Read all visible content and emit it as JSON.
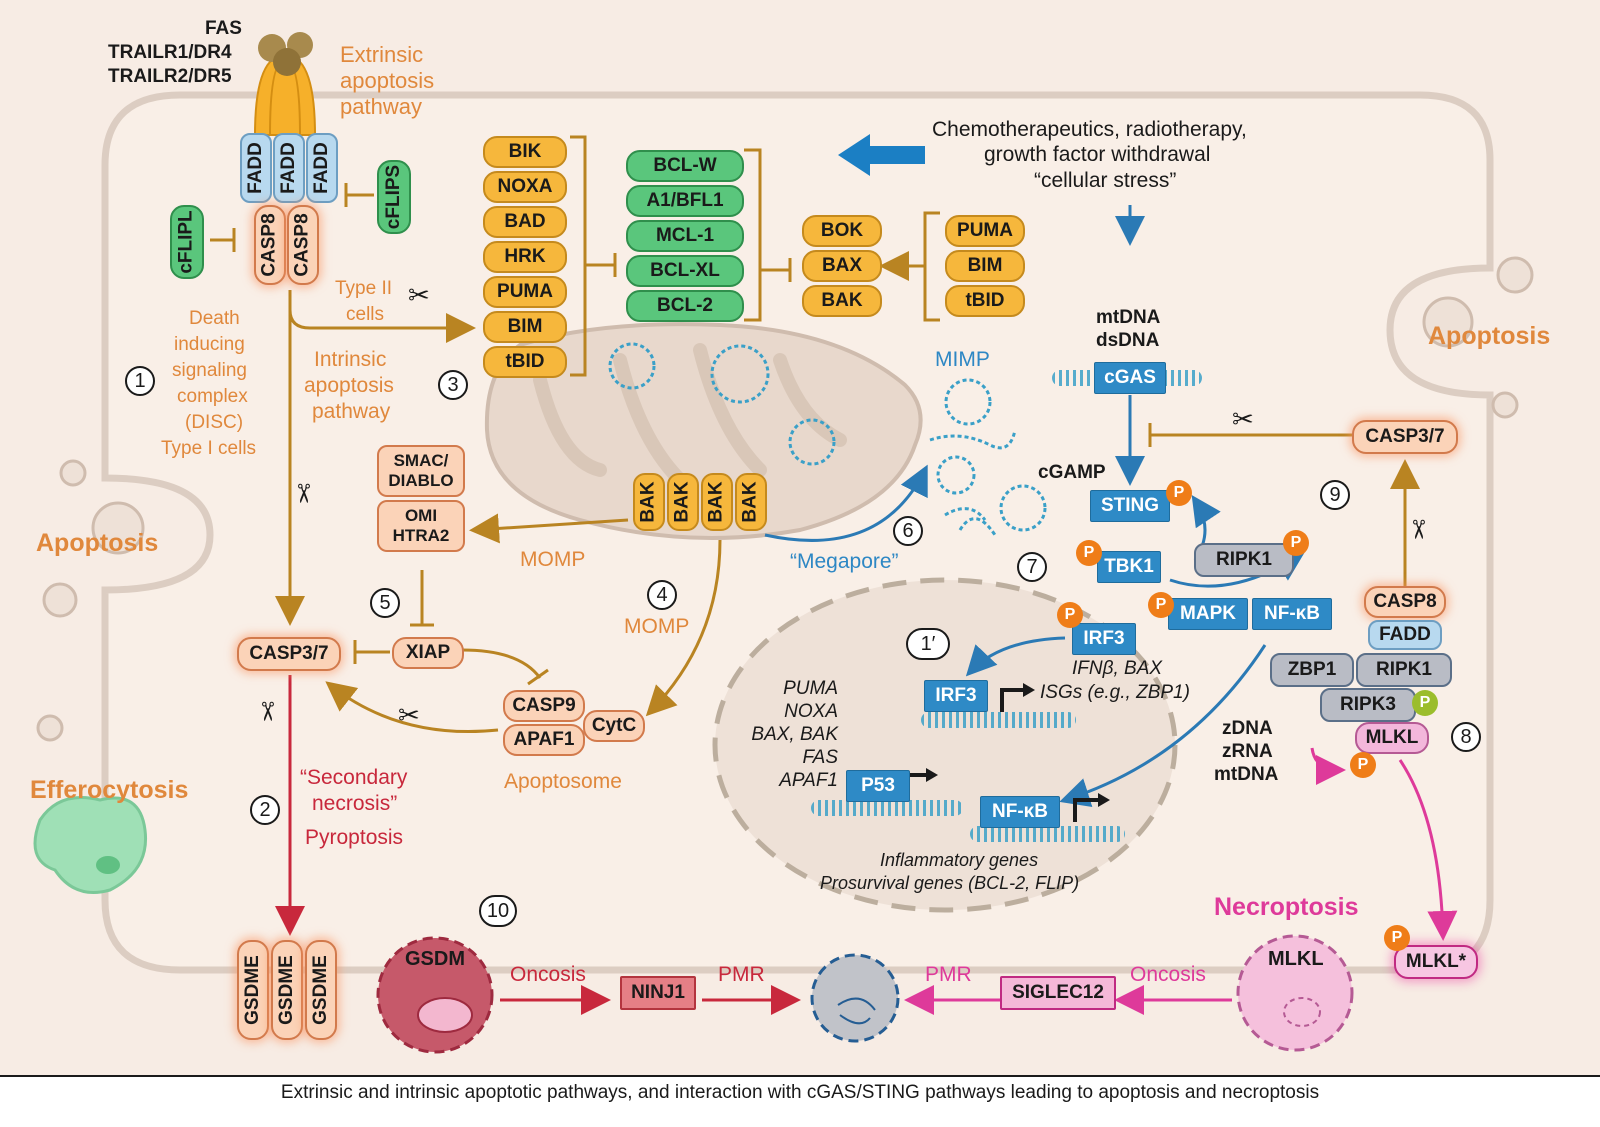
{
  "receptors": {
    "fas": "FAS",
    "dr4": "TRAILR1/DR4",
    "dr5": "TRAILR2/DR5"
  },
  "labels": {
    "extrinsic_1": "Extrinsic",
    "extrinsic_2": "apoptosis",
    "extrinsic_3": "pathway",
    "disc_1": "Death",
    "disc_2": "inducing",
    "disc_3": "signaling",
    "disc_4": "complex",
    "disc_5": "(DISC)",
    "disc_6": "Type I cells",
    "type2_1": "Type II",
    "type2_2": "cells",
    "intrinsic_1": "Intrinsic",
    "intrinsic_2": "apoptosis",
    "intrinsic_3": "pathway",
    "apoptosis_left": "Apoptosis",
    "apoptosis_right": "Apoptosis",
    "efferocytosis": "Efferocytosis",
    "secondary_1": "“Secondary",
    "secondary_2": "necrosis”",
    "pyroptosis": "Pyroptosis",
    "momp_a": "MOMP",
    "momp_b": "MOMP",
    "apoptosome": "Apoptosome",
    "mimp": "MIMP",
    "megapore": "“Megapore”",
    "stress_1": "Chemotherapeutics, radiotherapy,",
    "stress_2": "growth factor withdrawal",
    "stress_3": "“cellular stress”",
    "mtdna_1": "mtDNA",
    "mtdna_2": "dsDNA",
    "cgamp": "cGAMP",
    "ifnb_1": "IFNβ, BAX",
    "ifnb_2": "ISGs (e.g., ZBP1)",
    "p53_targets": [
      "PUMA",
      "NOXA",
      "BAX, BAK",
      "FAS",
      "APAF1"
    ],
    "inflam_1": "Inflammatory genes",
    "inflam_2": "Prosurvival genes (BCL-2, FLIP)",
    "zdna_1": "zDNA",
    "zdna_2": "zRNA",
    "zdna_3": "mtDNA",
    "necroptosis": "Necroptosis",
    "oncosis_left": "Oncosis",
    "oncosis_right": "Oncosis",
    "pmr_left": "PMR",
    "pmr_right": "PMR"
  },
  "boxes": {
    "fadd": "FADD",
    "casp8": "CASP8",
    "cflipl": "cFLIPL",
    "cflips": "cFLIPS",
    "bh3_only": [
      "BIK",
      "NOXA",
      "BAD",
      "HRK",
      "PUMA",
      "BIM",
      "tBID"
    ],
    "antiapoptotic": [
      "BCL-W",
      "A1/BFL1",
      "MCL-1",
      "BCL-XL",
      "BCL-2"
    ],
    "effectors": [
      "BOK",
      "BAX",
      "BAK"
    ],
    "activators": [
      "PUMA",
      "BIM",
      "tBID"
    ],
    "bak": "BAK",
    "smac": "SMAC/\nDIABLO",
    "omi": "OMI\nHTRA2",
    "xiap": "XIAP",
    "casp37_left": "CASP3/7",
    "casp9": "CASP9",
    "apaf1": "APAF1",
    "cytc": "CytC",
    "gsdme": "GSDME",
    "cgas": "cGAS",
    "sting": "STING",
    "tbk1": "TBK1",
    "ripk1_top": "RIPK1",
    "mapk": "MAPK",
    "nfkb_top": "NF-κB",
    "irf3_top": "IRF3",
    "irf3_nuc": "IRF3",
    "p53": "P53",
    "nfkb_nuc": "NF-κB",
    "casp37_right": "CASP3/7",
    "casp8_right": "CASP8",
    "fadd_right": "FADD",
    "zbp1": "ZBP1",
    "ripk1_right": "RIPK1",
    "ripk3": "RIPK3",
    "mlkl_complex": "MLKL",
    "mlkl_star": "MLKL*",
    "gsdm": "GSDM",
    "ninj1": "NINJ1",
    "siglec12": "SIGLEC12",
    "mlkl_cell": "MLKL"
  },
  "phospho": "P",
  "steps": [
    "1",
    "2",
    "3",
    "4",
    "5",
    "6",
    "7",
    "8",
    "9",
    "10",
    "1′"
  ],
  "caption": "Extrinsic and intrinsic apoptotic pathways, and interaction with cGAS/STING pathways leading to apoptosis and necroptosis",
  "colors": {
    "background": "#f7ece4",
    "apoptosis_text": "#e0883c",
    "pyroptosis_text": "#c8283c",
    "necroptosis_text": "#de3a9a",
    "sting_blue": "#2e8ac6",
    "bh3_yellow": "#f6b73c",
    "bcl2_green": "#5ac67c"
  }
}
